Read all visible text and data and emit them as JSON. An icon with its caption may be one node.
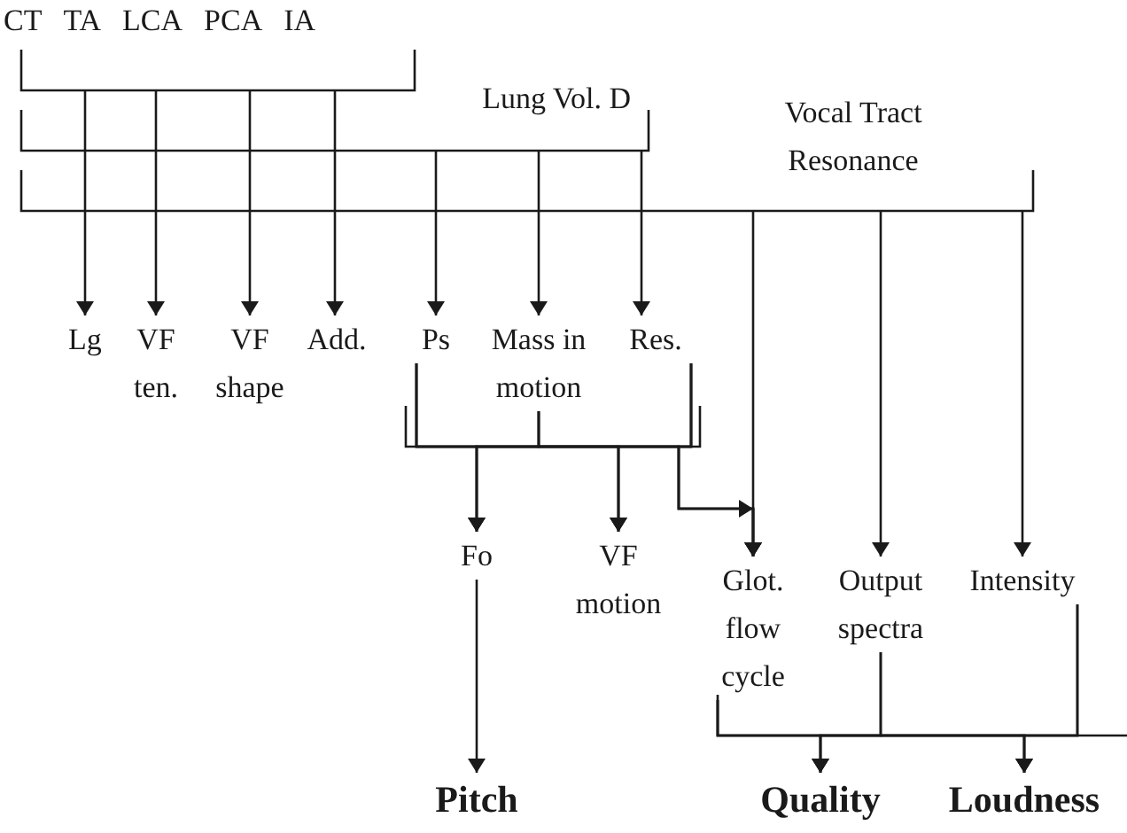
{
  "diagram": {
    "nodes": [
      {
        "text": [
          "CT",
          "TA",
          "LCA",
          "PCA",
          "IA"
        ]
      },
      {
        "text": [
          "Lung Vol. D"
        ]
      },
      {
        "text": [
          "Vocal Tract Resonance"
        ]
      },
      {
        "text": [
          "Lg"
        ]
      },
      {
        "text": [
          "VF ten."
        ]
      },
      {
        "text": [
          "VF shape"
        ]
      },
      {
        "text": [
          "Add."
        ]
      },
      {
        "text": [
          "Ps"
        ]
      },
      {
        "text": [
          "Mass in motion"
        ]
      },
      {
        "text": [
          "Res."
        ]
      },
      {
        "text": [
          "Fo"
        ]
      },
      {
        "text": [
          "VF motion"
        ]
      },
      {
        "text": [
          "Glot. flow cycle"
        ]
      },
      {
        "text": [
          "Output spectra"
        ]
      },
      {
        "text": [
          "Intensity"
        ]
      },
      {
        "text": [
          "Pitch"
        ]
      },
      {
        "text": [
          "Quality"
        ]
      },
      {
        "text": [
          "Loudness"
        ]
      }
    ],
    "edges": [
      {
        "from": 0,
        "to": 3,
        "arrow": "to"
      },
      {
        "from": 0,
        "to": 4,
        "arrow": "to"
      },
      {
        "from": 0,
        "to": 5,
        "arrow": "to"
      },
      {
        "from": 0,
        "to": 6,
        "arrow": "to"
      },
      {
        "from": 1,
        "to": 7,
        "arrow": "to"
      },
      {
        "from": 1,
        "to": 8,
        "arrow": "to"
      },
      {
        "from": 1,
        "to": 9,
        "arrow": "to"
      },
      {
        "from": 2,
        "to": 12,
        "arrow": "to"
      },
      {
        "from": 2,
        "to": 13,
        "arrow": "to"
      },
      {
        "from": 2,
        "to": 14,
        "arrow": "to"
      },
      {
        "from": 7,
        "to": 10,
        "arrow": "to"
      },
      {
        "from": 7,
        "to": 11,
        "arrow": "to"
      },
      {
        "from": 7,
        "to": 12,
        "arrow": "to"
      },
      {
        "from": 8,
        "to": 10,
        "arrow": "to"
      },
      {
        "from": 8,
        "to": 11,
        "arrow": "to"
      },
      {
        "from": 8,
        "to": 12,
        "arrow": "to"
      },
      {
        "from": 9,
        "to": 10,
        "arrow": "to"
      },
      {
        "from": 9,
        "to": 11,
        "arrow": "to"
      },
      {
        "from": 9,
        "to": 12,
        "arrow": "to"
      },
      {
        "from": 10,
        "to": 15,
        "arrow": "to"
      },
      {
        "from": 12,
        "to": 16,
        "arrow": "to"
      },
      {
        "from": 12,
        "to": 17,
        "arrow": "to"
      },
      {
        "from": 13,
        "to": 16,
        "arrow": "to"
      },
      {
        "from": 13,
        "to": 17,
        "arrow": "to"
      },
      {
        "from": 14,
        "to": 16,
        "arrow": "to"
      },
      {
        "from": 14,
        "to": 17,
        "arrow": "to"
      }
    ]
  }
}
